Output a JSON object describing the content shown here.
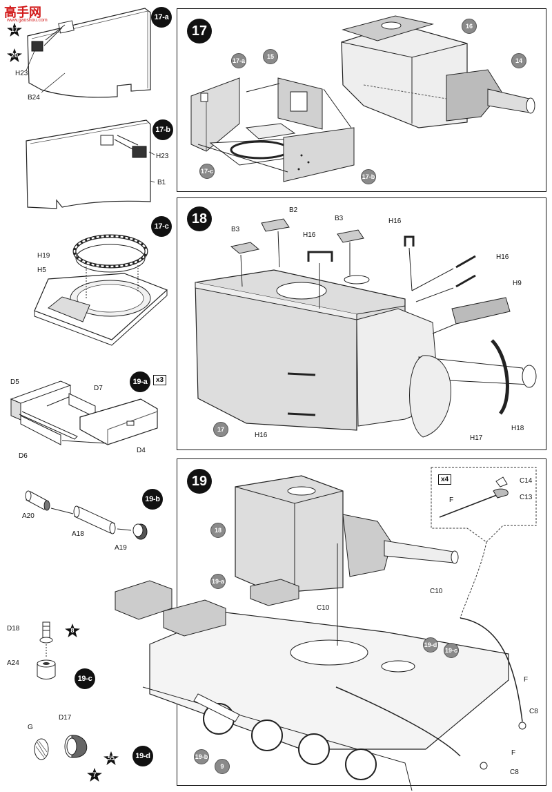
{
  "watermark": {
    "brand": "高手网",
    "url": "www.gaoshou.com"
  },
  "left_column": {
    "sub_17a": {
      "id": "17-a",
      "labels": [
        "H23",
        "B24"
      ],
      "stars": [
        "17",
        "20"
      ]
    },
    "sub_17b": {
      "id": "17-b",
      "labels": [
        "H23",
        "B1"
      ]
    },
    "sub_17c": {
      "id": "17-c",
      "labels": [
        "H19",
        "H5"
      ]
    },
    "sub_19a": {
      "id": "19-a",
      "count": "x3",
      "labels": [
        "D5",
        "D7",
        "D6",
        "D4"
      ]
    },
    "sub_19b": {
      "id": "19-b",
      "labels": [
        "A20",
        "A18",
        "A19"
      ]
    },
    "sub_19c": {
      "id": "19-c",
      "labels": [
        "D18",
        "A24"
      ],
      "stars": [
        "8"
      ]
    },
    "sub_19d": {
      "id": "19-d",
      "labels": [
        "G",
        "D17"
      ],
      "stars": [
        "55",
        "7"
      ]
    }
  },
  "step17": {
    "number": "17",
    "callouts": [
      "17-a",
      "15",
      "17-c",
      "17-b",
      "16",
      "14"
    ]
  },
  "step18": {
    "number": "18",
    "labels": [
      "B2",
      "B3",
      "B3",
      "H16",
      "H16",
      "H16",
      "H9",
      "H16",
      "H17",
      "H18"
    ],
    "callouts": [
      "17"
    ]
  },
  "step19": {
    "number": "19",
    "inset": {
      "count": "x4",
      "labels": [
        "C14",
        "C13",
        "F"
      ]
    },
    "labels": [
      "C10",
      "C10",
      "F",
      "F",
      "C8",
      "C8"
    ],
    "callouts": [
      "18",
      "19-a",
      "19-d",
      "19-c",
      "19-b",
      "9"
    ]
  }
}
